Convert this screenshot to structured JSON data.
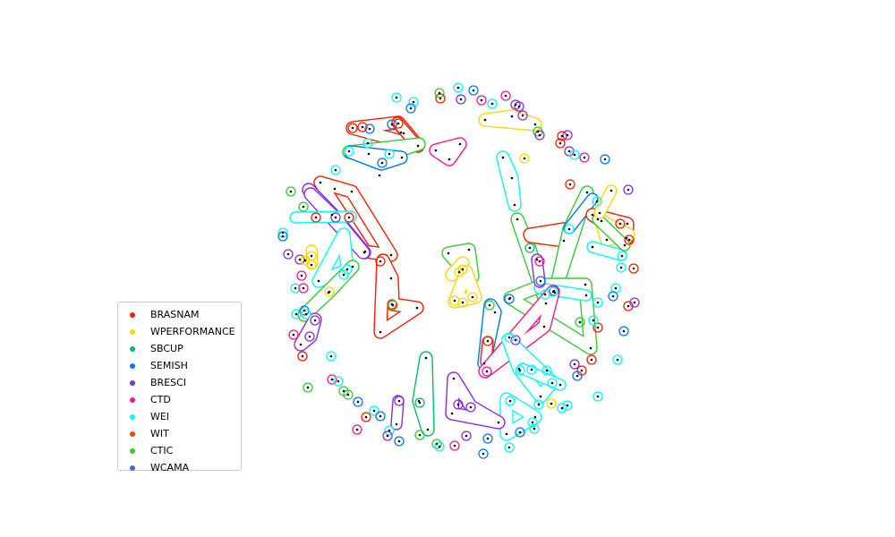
{
  "legend": {
    "items": [
      {
        "label": "BRASNAM",
        "color": "#ff1a00"
      },
      {
        "label": "WPERFORMANCE",
        "color": "#ffd700"
      },
      {
        "label": "SBCUP",
        "color": "#00c060"
      },
      {
        "label": "SEMISH",
        "color": "#0077ff"
      },
      {
        "label": "BRESCI",
        "color": "#8a2be2"
      },
      {
        "label": "CTD",
        "color": "#ff1493"
      },
      {
        "label": "WEI",
        "color": "#00ffff"
      },
      {
        "label": "WIT",
        "color": "#ff4500"
      },
      {
        "label": "CTIC",
        "color": "#32cd32"
      },
      {
        "label": "WCAMA",
        "color": "#4169e1"
      }
    ]
  }
}
